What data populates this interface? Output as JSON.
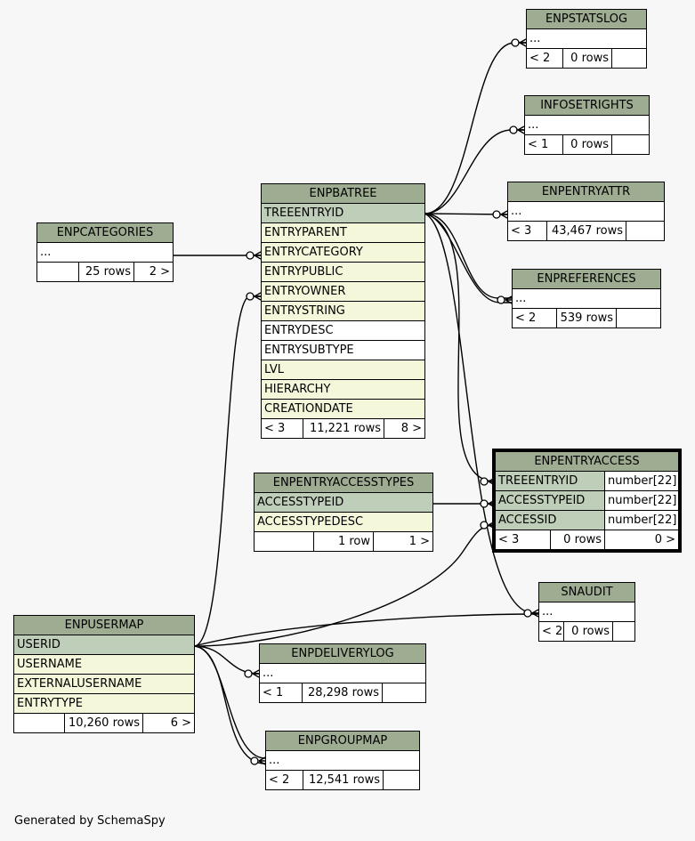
{
  "diagram": {
    "footer": "Generated by SchemaSpy",
    "tables": [
      {
        "id": "enpstatslog",
        "name": "ENPSTATSLOG",
        "rows": [
          {
            "text": "...",
            "type": "col"
          }
        ],
        "stats": [
          "< 2",
          "0 rows",
          ""
        ]
      },
      {
        "id": "infosetrights",
        "name": "INFOSETRIGHTS",
        "rows": [
          {
            "text": "...",
            "type": "col"
          }
        ],
        "stats": [
          "< 1",
          "0 rows",
          ""
        ]
      },
      {
        "id": "enpentryattr",
        "name": "ENPENTRYATTR",
        "rows": [
          {
            "text": "...",
            "type": "col"
          }
        ],
        "stats": [
          "< 3",
          "43,467 rows",
          ""
        ]
      },
      {
        "id": "enpreferences",
        "name": "ENPREFERENCES",
        "rows": [
          {
            "text": "...",
            "type": "col"
          }
        ],
        "stats": [
          "< 2",
          "539 rows",
          ""
        ]
      },
      {
        "id": "enpcategories",
        "name": "ENPCATEGORIES",
        "rows": [
          {
            "text": "...",
            "type": "col"
          }
        ],
        "stats": [
          "",
          "25 rows",
          "2 >"
        ]
      },
      {
        "id": "enpbatree",
        "name": "ENPBATREE",
        "rows": [
          {
            "text": "TREEENTRYID",
            "type": "pk"
          },
          {
            "text": "ENTRYPARENT",
            "type": "fk"
          },
          {
            "text": "ENTRYCATEGORY",
            "type": "fk"
          },
          {
            "text": "ENTRYPUBLIC",
            "type": "fk"
          },
          {
            "text": "ENTRYOWNER",
            "type": "fk"
          },
          {
            "text": "ENTRYSTRING",
            "type": "fk"
          },
          {
            "text": "ENTRYDESC",
            "type": "col"
          },
          {
            "text": "ENTRYSUBTYPE",
            "type": "col"
          },
          {
            "text": "LVL",
            "type": "fk"
          },
          {
            "text": "HIERARCHY",
            "type": "fk"
          },
          {
            "text": "CREATIONDATE",
            "type": "fk"
          }
        ],
        "stats": [
          "< 3",
          "11,221 rows",
          "8 >"
        ]
      },
      {
        "id": "enpentryaccesstypes",
        "name": "ENPENTRYACCESSTYPES",
        "rows": [
          {
            "text": "ACCESSTYPEID",
            "type": "pk"
          },
          {
            "text": "ACCESSTYPEDESC",
            "type": "fk"
          }
        ],
        "stats": [
          "",
          "1 row",
          "1 >"
        ]
      },
      {
        "id": "enpentryaccess",
        "name": "ENPENTRYACCESS",
        "rows": [
          {
            "text": "TREEENTRYID",
            "type": "pk",
            "dtype": "number[22]"
          },
          {
            "text": "ACCESSTYPEID",
            "type": "pk",
            "dtype": "number[22]"
          },
          {
            "text": "ACCESSID",
            "type": "pk",
            "dtype": "number[22]"
          }
        ],
        "stats": [
          "< 3",
          "0 rows",
          "0 >"
        ]
      },
      {
        "id": "snaudit",
        "name": "SNAUDIT",
        "rows": [
          {
            "text": "...",
            "type": "col"
          }
        ],
        "stats": [
          "< 2",
          "0 rows",
          ""
        ]
      },
      {
        "id": "enpusermap",
        "name": "ENPUSERMAP",
        "rows": [
          {
            "text": "USERID",
            "type": "pk"
          },
          {
            "text": "USERNAME",
            "type": "fk"
          },
          {
            "text": "EXTERNALUSERNAME",
            "type": "fk"
          },
          {
            "text": "ENTRYTYPE",
            "type": "fk"
          }
        ],
        "stats": [
          "",
          "10,260 rows",
          "6 >"
        ]
      },
      {
        "id": "enpdeliverylog",
        "name": "ENPDELIVERYLOG",
        "rows": [
          {
            "text": "...",
            "type": "col"
          }
        ],
        "stats": [
          "< 1",
          "28,298 rows",
          ""
        ]
      },
      {
        "id": "enpgroupmap",
        "name": "ENPGROUPMAP",
        "rows": [
          {
            "text": "...",
            "type": "col"
          }
        ],
        "stats": [
          "< 2",
          "12,541 rows",
          ""
        ]
      }
    ]
  }
}
